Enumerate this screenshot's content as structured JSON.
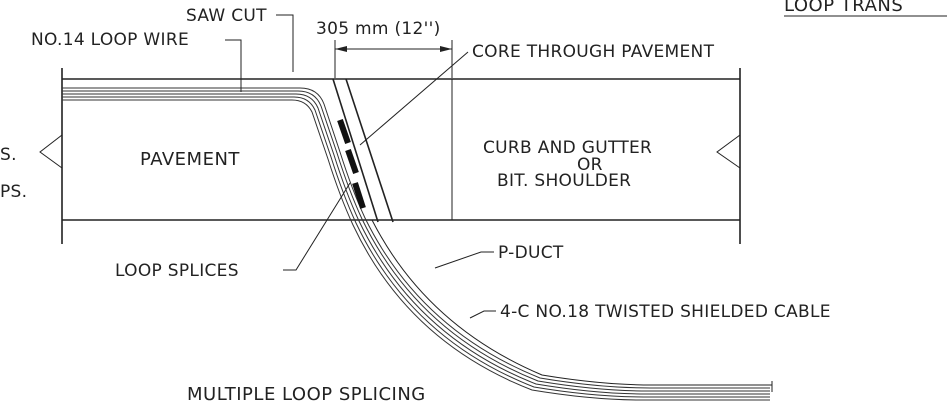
{
  "labels": {
    "top_right_title": "LOOP TRANS",
    "saw_cut": "SAW CUT",
    "dimension": "305 mm (12'')",
    "loop_wire": "NO.14 LOOP WIRE",
    "core": "CORE THROUGH PAVEMENT",
    "pavement": "PAVEMENT",
    "curb_line1": "CURB AND GUTTER",
    "curb_line2": "OR",
    "curb_line3": "BIT. SHOULDER",
    "left_fragment_1": "S.",
    "left_fragment_2": "PS.",
    "loop_splices": "LOOP SPLICES",
    "p_duct": "P-DUCT",
    "cable": "4-C NO.18 TWISTED SHIELDED CABLE",
    "caption": "MULTIPLE LOOP SPLICING"
  }
}
